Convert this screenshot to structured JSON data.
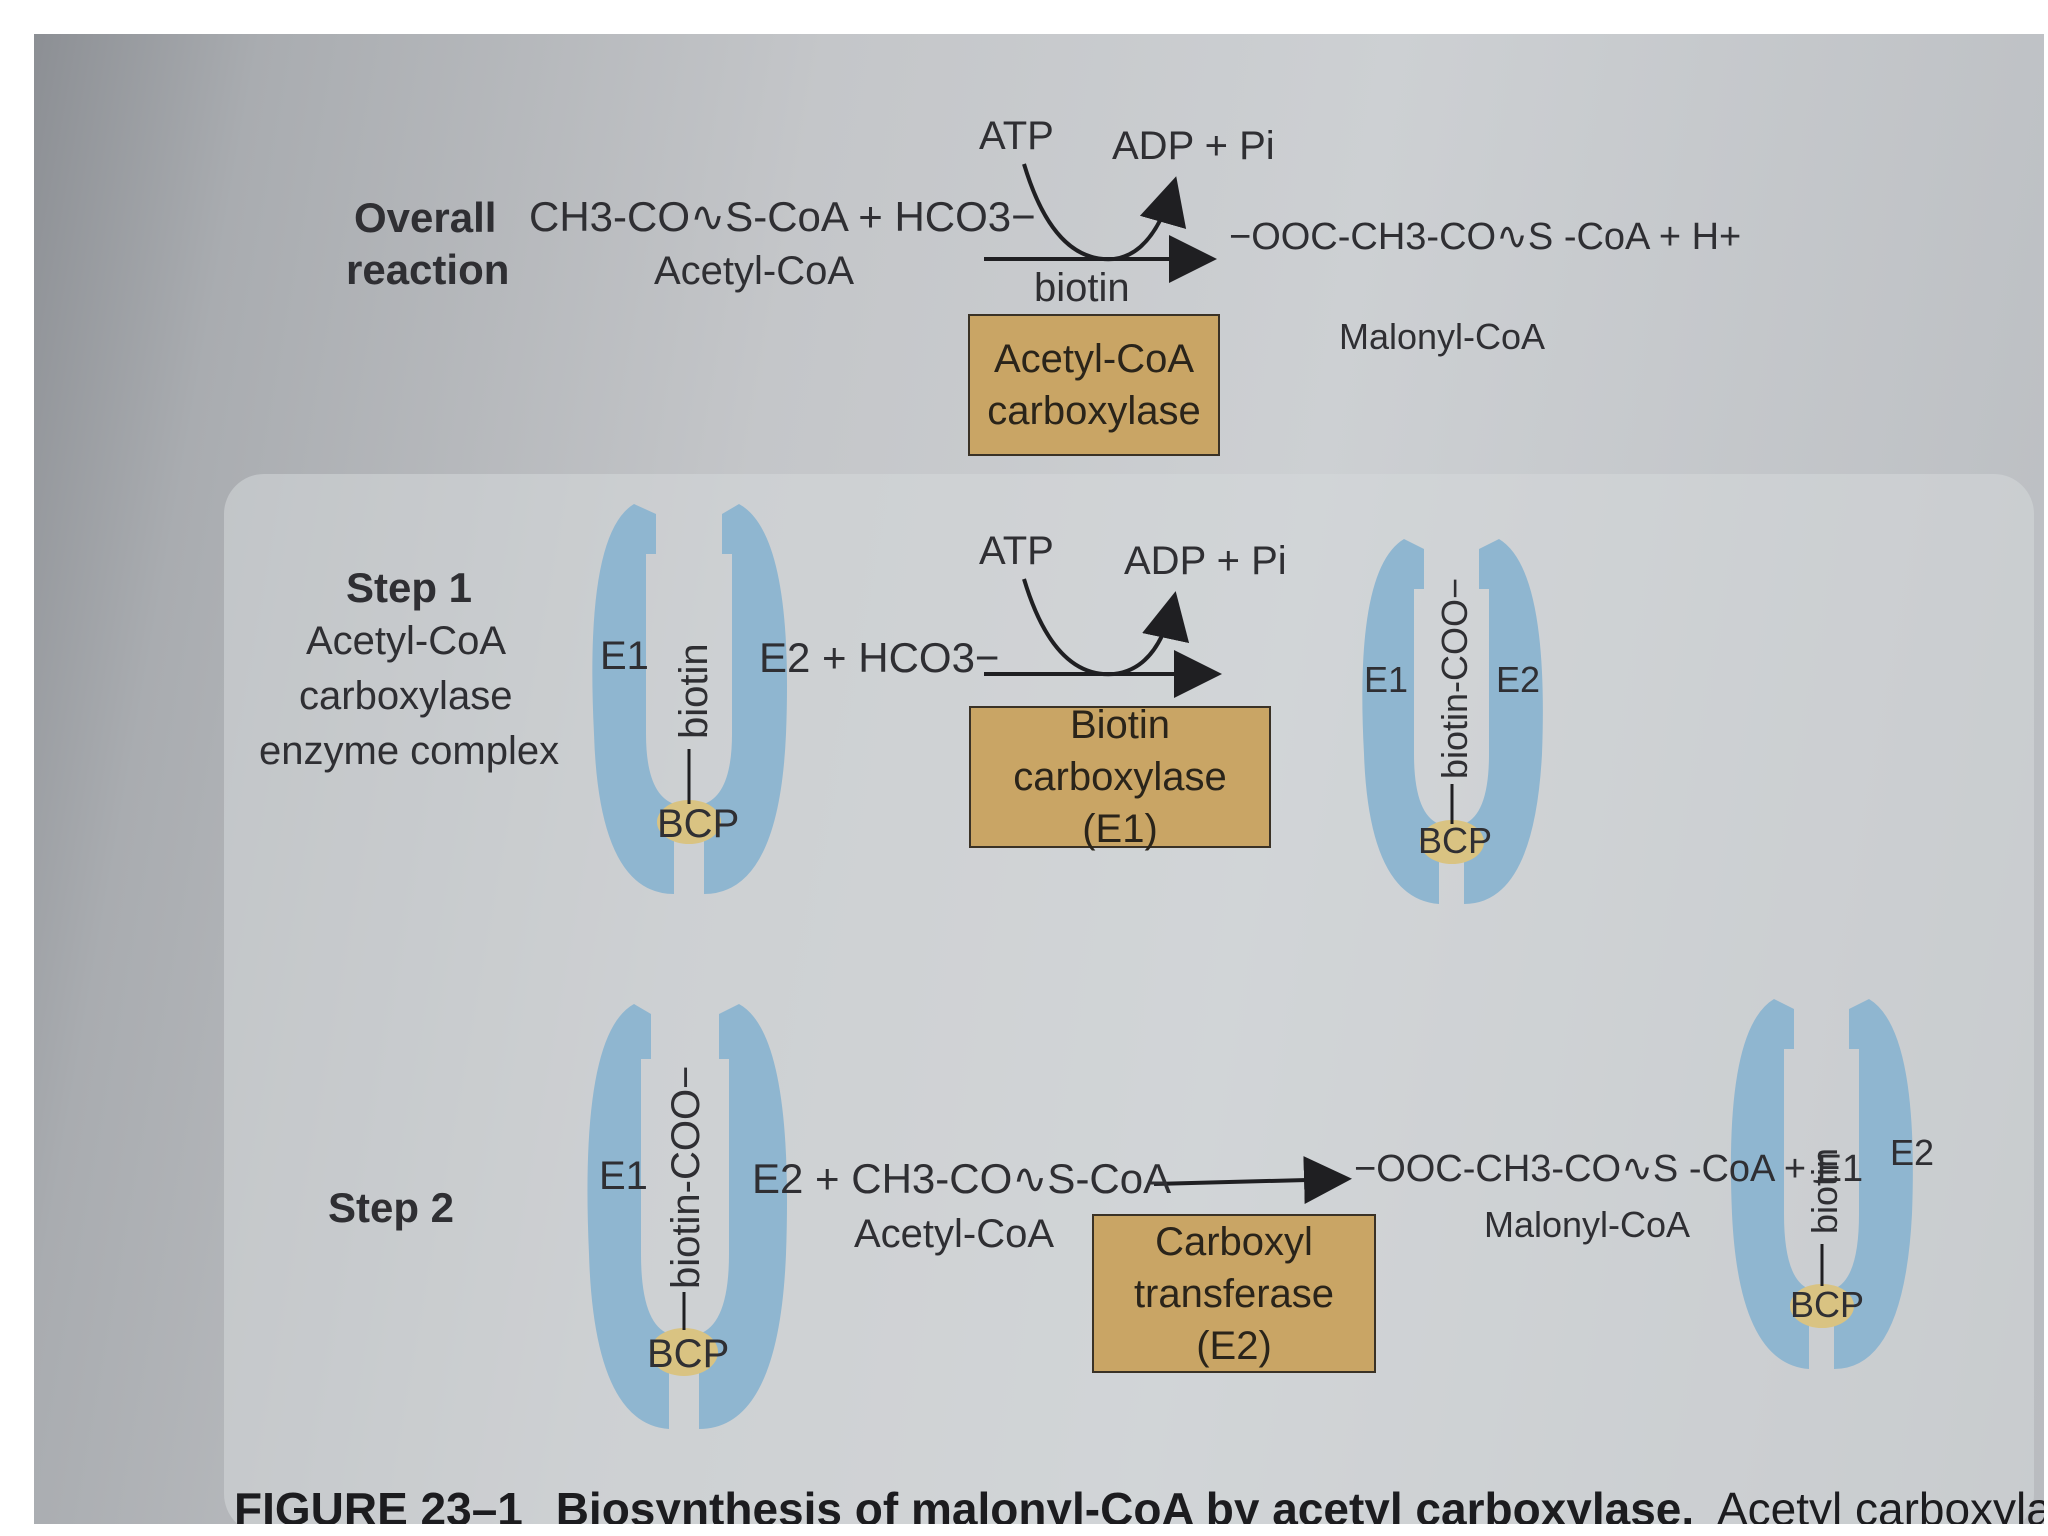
{
  "overall": {
    "label_line1": "Overall",
    "label_line2": "reaction",
    "reactants": "CH3-CO∿S-CoA + HCO3−",
    "reactant_name": "Acetyl-CoA",
    "atp": "ATP",
    "adp": "ADP + Pi",
    "cofactor": "biotin",
    "products": "−OOC-CH3-CO∿S -CoA + H+",
    "product_name": "Malonyl-CoA",
    "enzyme_line1": "Acetyl-CoA",
    "enzyme_line2": "carboxylase"
  },
  "step1": {
    "label": "Step 1",
    "desc_line1": "Acetyl-CoA",
    "desc_line2": "carboxylase",
    "desc_line3": "enzyme complex",
    "e1": "E1",
    "e2_reactant": "E2 + HCO3−",
    "biotin": "biotin",
    "bcp": "BCP",
    "atp": "ATP",
    "adp": "ADP + Pi",
    "enzyme_line1": "Biotin",
    "enzyme_line2": "carboxylase (E1)",
    "product_e1": "E1",
    "product_e2": "E2",
    "product_biotin": "biotin-COO−",
    "product_bcp": "BCP"
  },
  "step2": {
    "label": "Step 2",
    "e1": "E1",
    "biotin": "biotin-COO−",
    "bcp": "BCP",
    "reactants": "E2 + CH3-CO∿S-CoA",
    "reactant_name": "Acetyl-CoA",
    "products": "−OOC-CH3-CO∿S -CoA + E1",
    "product_name": "Malonyl-CoA",
    "enzyme_line1": "Carboxyl",
    "enzyme_line2": "transferase (E2)",
    "product_e2": "E2",
    "product_biotin": "biotin",
    "product_bcp": "BCP"
  },
  "caption": {
    "figure": "FIGURE 23–1",
    "title": "Biosynthesis of malonyl-CoA by acetyl carboxylase.",
    "text": "Acetyl carboxylase is a"
  },
  "colors": {
    "enzyme_box": "#c9a565",
    "protein": "#8fb6d0",
    "bcp": "#d9c382"
  }
}
